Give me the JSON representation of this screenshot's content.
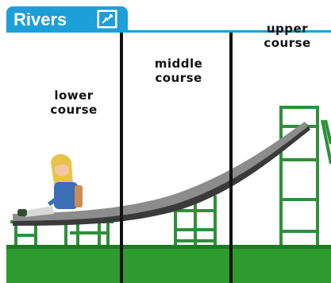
{
  "header": {
    "title": "Rivers",
    "icon": "expand-icon"
  },
  "labels": {
    "lower": "lower\ncourse",
    "middle": "middle\ncourse",
    "upper": "upper\ncourse"
  },
  "colors": {
    "header_blue": "#1d9fd8",
    "grass_green": "#2f9a2f",
    "scaffold_green": "#2f8f3b",
    "slide_gray": "#8c8c8c",
    "divider_black": "#111111"
  }
}
